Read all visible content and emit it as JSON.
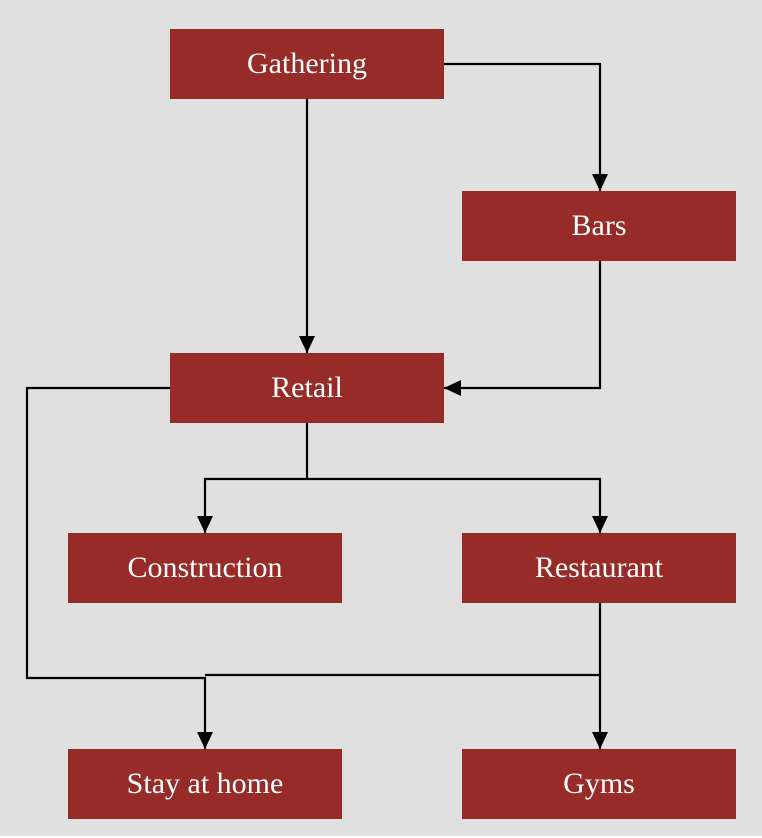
{
  "colors": {
    "background": "#e0e0e0",
    "node_fill": "#962b28",
    "node_text": "#ffffff",
    "edge": "#000000"
  },
  "nodes": {
    "gathering": "Gathering",
    "bars": "Bars",
    "retail": "Retail",
    "construction": "Construction",
    "restaurant": "Restaurant",
    "stay_at_home": "Stay at home",
    "gyms": "Gyms"
  },
  "edges": [
    {
      "from": "gathering",
      "to": "bars"
    },
    {
      "from": "gathering",
      "to": "retail"
    },
    {
      "from": "bars",
      "to": "retail"
    },
    {
      "from": "retail",
      "to": "construction"
    },
    {
      "from": "retail",
      "to": "restaurant"
    },
    {
      "from": "retail",
      "to": "stay_at_home"
    },
    {
      "from": "restaurant",
      "to": "stay_at_home"
    },
    {
      "from": "restaurant",
      "to": "gyms"
    }
  ]
}
